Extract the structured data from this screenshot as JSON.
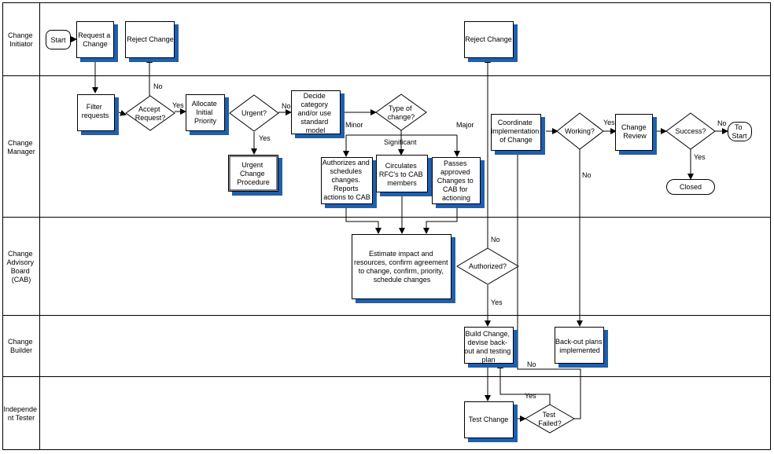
{
  "lanes": [
    {
      "id": "initiator",
      "lines": [
        "Change",
        "Initiator"
      ]
    },
    {
      "id": "manager",
      "lines": [
        "Change",
        "Manager"
      ]
    },
    {
      "id": "cab",
      "lines": [
        "Change",
        "Advisory",
        "Board",
        "(CAB)"
      ]
    },
    {
      "id": "builder",
      "lines": [
        "Change",
        "Builder"
      ]
    },
    {
      "id": "tester",
      "lines": [
        "Independe",
        "nt Tester"
      ]
    }
  ],
  "nodes": {
    "start": [
      "Start"
    ],
    "request_change": [
      "Request a",
      "Change"
    ],
    "reject_change_1": [
      "Reject Change"
    ],
    "reject_change_2": [
      "Reject Change"
    ],
    "filter_requests": [
      "Filter",
      "requests"
    ],
    "accept_request": [
      "Accept",
      "Request?"
    ],
    "allocate_priority": [
      "Allocate",
      "Initial",
      "Priority"
    ],
    "urgent": [
      "Urgent?"
    ],
    "urgent_procedure": [
      "Urgent",
      "Change",
      "Procedure"
    ],
    "decide_category": [
      "Decide",
      "category",
      "and/or use",
      "standard",
      "model"
    ],
    "type_of_change": [
      "Type of",
      "change?"
    ],
    "authorizes": [
      "Authorizes and",
      "schedules",
      "changes.",
      "Reports",
      "actions to CAB"
    ],
    "circulates": [
      "Circulates",
      "RFC's to CAB",
      "members"
    ],
    "passes": [
      "Passes",
      "approved",
      "Changes to",
      "CAB for",
      "actioning"
    ],
    "coordinate": [
      "Coordinate",
      "implementation",
      "of Change"
    ],
    "working": [
      "Working?"
    ],
    "change_review": [
      "Change",
      "Review"
    ],
    "success": [
      "Success?"
    ],
    "to_start": [
      "To",
      "Start"
    ],
    "closed": [
      "Closed"
    ],
    "estimate": [
      "Estimate impact and",
      "resources, confirm agreement",
      "to change, confirm, priority,",
      "schedule changes"
    ],
    "authorized": [
      "Authorized?"
    ],
    "build_change": [
      "Build Change,",
      "devise back-",
      "out and testing",
      "plan"
    ],
    "backout": [
      "Back-out plans",
      "implemented"
    ],
    "test_change": [
      "Test Change"
    ],
    "test_failed": [
      "Test",
      "Failed?"
    ]
  },
  "edge_labels": {
    "accept_no": "No",
    "accept_yes": "Yes",
    "urgent_no": "No",
    "urgent_yes": "Yes",
    "minor": "Minor",
    "significant": "Significant",
    "major": "Major",
    "working_yes": "Yes",
    "working_no": "No",
    "success_no": "No",
    "success_yes": "Yes",
    "authorized_no": "No",
    "authorized_yes": "Yes",
    "test_yes": "Yes",
    "test_no": "No"
  }
}
